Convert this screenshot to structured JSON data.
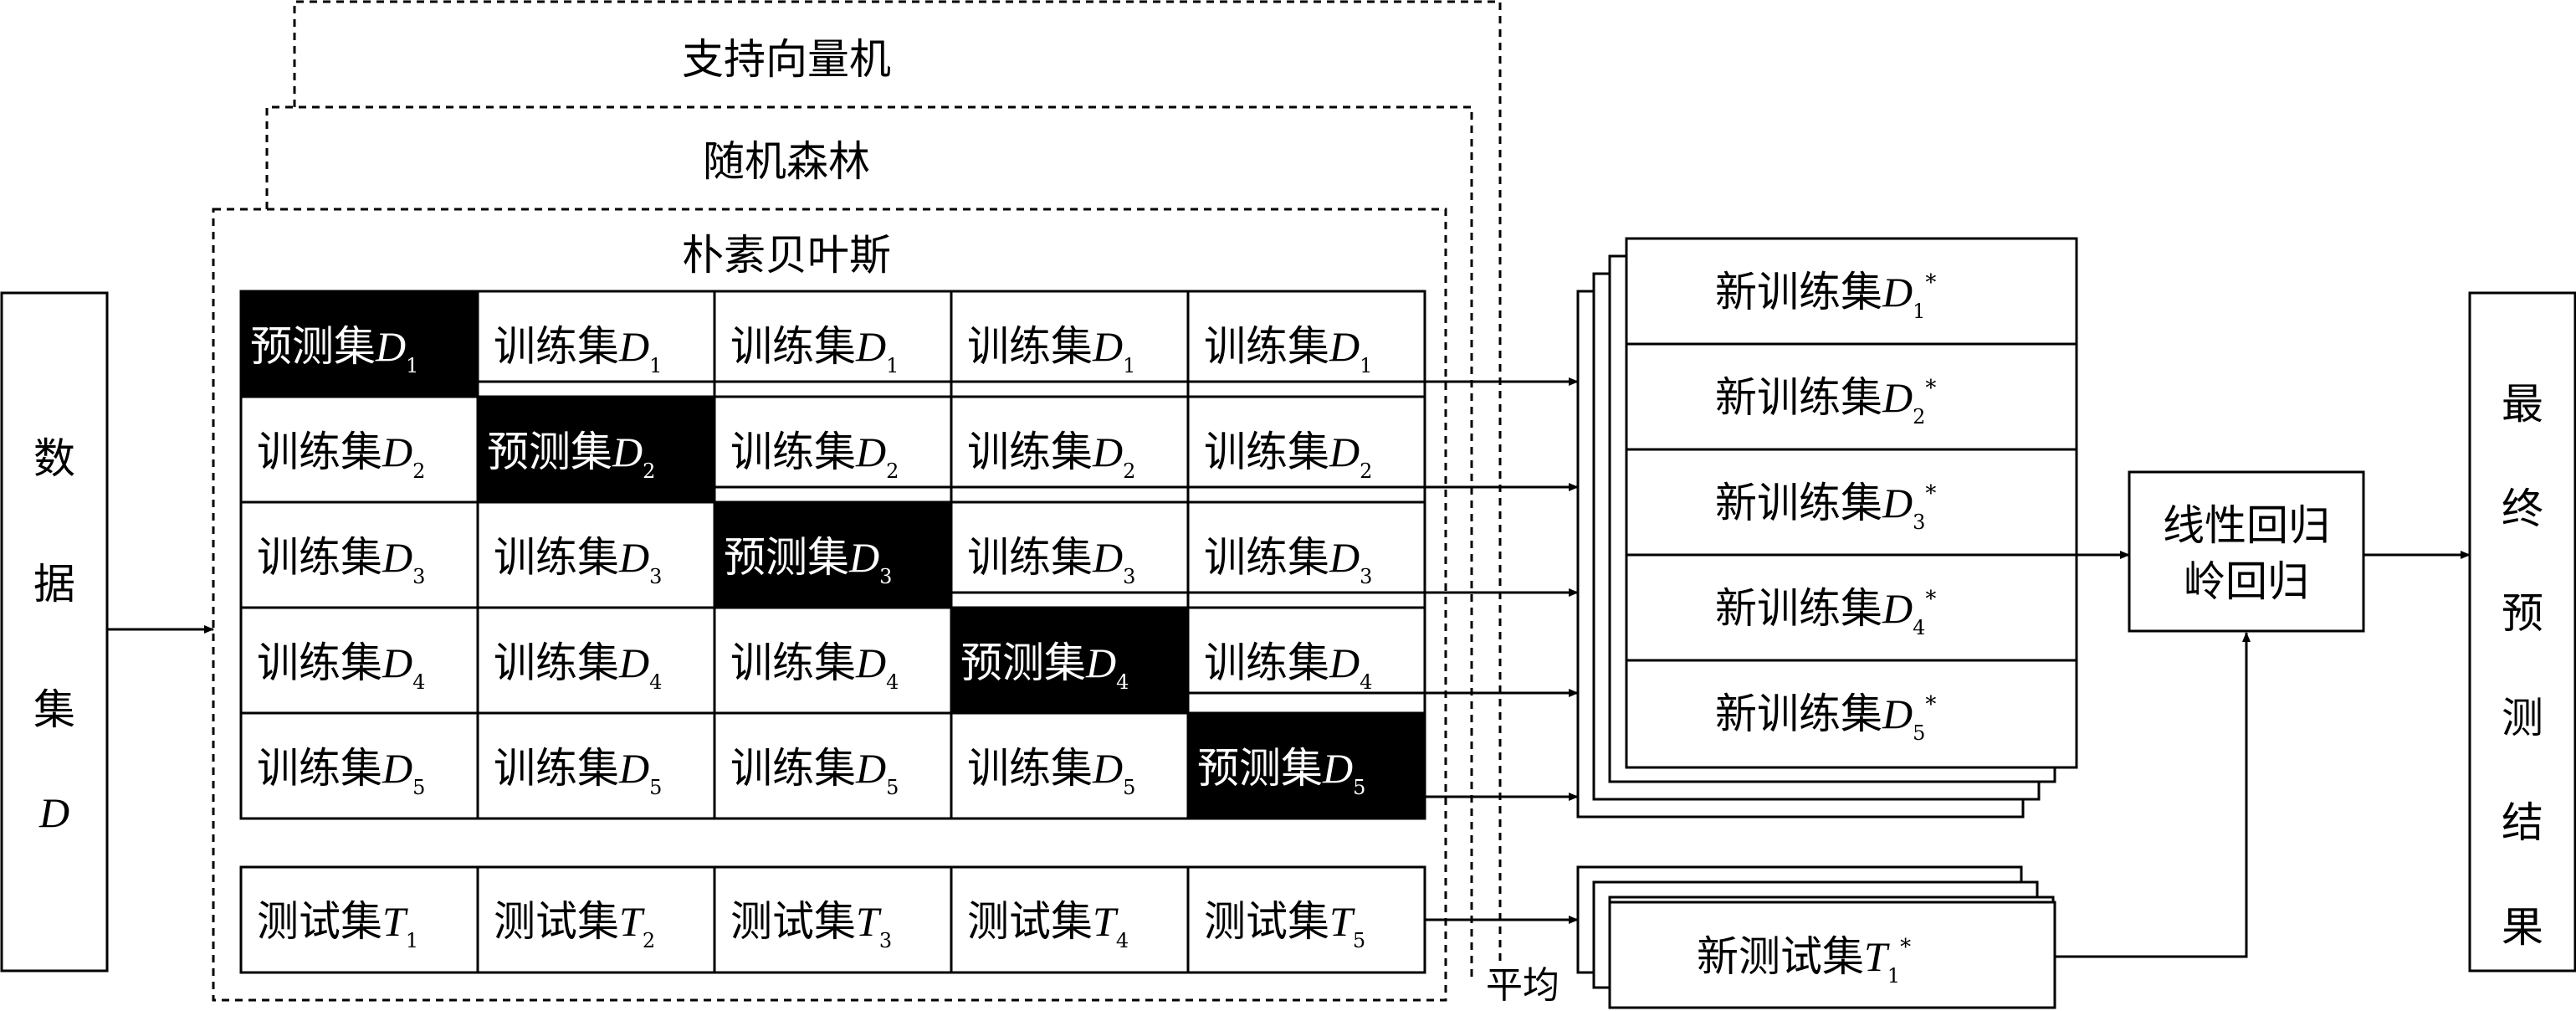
{
  "left_box": {
    "chars": [
      "数",
      "据",
      "集",
      "D"
    ]
  },
  "model_labels": {
    "svm": "支持向量机",
    "rf": "随机森林",
    "nb": "朴素贝叶斯"
  },
  "grid": {
    "predict_prefix": "预测集",
    "train_prefix": "训练集",
    "letter": "D",
    "rows": [
      [
        "预测集",
        "训练集",
        "训练集",
        "训练集",
        "训练集"
      ],
      [
        "训练集",
        "预测集",
        "训练集",
        "训练集",
        "训练集"
      ],
      [
        "训练集",
        "训练集",
        "预测集",
        "训练集",
        "训练集"
      ],
      [
        "训练集",
        "训练集",
        "训练集",
        "预测集",
        "训练集"
      ],
      [
        "训练集",
        "训练集",
        "训练集",
        "训练集",
        "预测集"
      ]
    ],
    "subscripts": [
      "1",
      "2",
      "3",
      "4",
      "5"
    ]
  },
  "test_row": {
    "prefix": "测试集",
    "letter": "T",
    "subscripts": [
      "1",
      "2",
      "3",
      "4",
      "5"
    ]
  },
  "new_train": {
    "prefix": "新训练集",
    "letter": "D",
    "star": "*",
    "subscripts": [
      "1",
      "2",
      "3",
      "4",
      "5"
    ]
  },
  "new_test": {
    "prefix": "新测试集",
    "letter": "T",
    "subscript": "1",
    "star": "*"
  },
  "average_label": "平均",
  "regression_box": {
    "line1": "线性回归",
    "line2": "岭回归"
  },
  "result_box": {
    "chars": [
      "最",
      "终",
      "预",
      "测",
      "结",
      "果"
    ]
  },
  "colors": {
    "stroke": "#000000",
    "highlight_fill": "#000000",
    "highlight_text": "#ffffff",
    "background": "#ffffff"
  }
}
